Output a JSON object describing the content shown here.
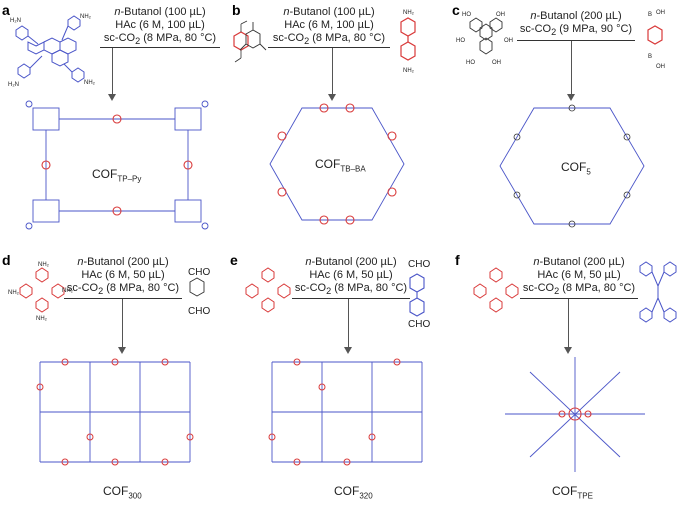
{
  "panels": [
    {
      "label": "a",
      "cond": {
        "solvent": "-Butanol (100 µL)",
        "solvent_prefix": "n",
        "acid": "HAc (6 M, 100 µL)",
        "sc": "sc-CO",
        "sc_sub": "2",
        "sc_rest": " (8 MPa, 80 °C)"
      },
      "cof": {
        "main": "COF",
        "sub": "TP–Py"
      }
    },
    {
      "label": "b",
      "cond": {
        "solvent": "-Butanol (100 µL)",
        "solvent_prefix": "n",
        "acid": "HAc (6 M, 100 µL)",
        "sc": "sc-CO",
        "sc_sub": "2",
        "sc_rest": " (8 MPa, 80 °C)"
      },
      "cof": {
        "main": "COF",
        "sub": "TB–BA"
      }
    },
    {
      "label": "c",
      "cond": {
        "solvent": "-Butanol (200 µL)",
        "solvent_prefix": "n",
        "sc": "sc-CO",
        "sc_sub": "2",
        "sc_rest": " (9 MPa, 90 °C)"
      },
      "cof": {
        "main": "COF",
        "sub": "5"
      }
    },
    {
      "label": "d",
      "cond": {
        "solvent": "-Butanol (200 µL)",
        "solvent_prefix": "n",
        "acid": "HAc (6 M, 50 µL)",
        "sc": "sc-CO",
        "sc_sub": "2",
        "sc_rest": " (8 MPa, 80 °C)"
      },
      "cof": {
        "main": "COF",
        "sub": "300"
      }
    },
    {
      "label": "e",
      "cond": {
        "solvent": "-Butanol (200 µL)",
        "solvent_prefix": "n",
        "acid": "HAc (6 M, 50 µL)",
        "sc": "sc-CO",
        "sc_sub": "2",
        "sc_rest": " (8 MPa, 80 °C)"
      },
      "cof": {
        "main": "COF",
        "sub": "320"
      }
    },
    {
      "label": "f",
      "cond": {
        "solvent": "-Butanol (200 µL)",
        "solvent_prefix": "n",
        "acid": "HAc (6 M, 50 µL)",
        "sc": "sc-CO",
        "sc_sub": "2",
        "sc_rest": " (8 MPa, 80 °C)"
      },
      "cof": {
        "main": "COF",
        "sub": "TPE"
      }
    }
  ],
  "molecule_labels": {
    "nh2": "NH",
    "nh2_sub": "2",
    "cho": "CHO",
    "boh": "B",
    "oh": "OH",
    "ho": "HO"
  },
  "colors": {
    "framework_blue": "#4a55c8",
    "linker_red": "#d93a3a",
    "arrow": "#555555"
  }
}
